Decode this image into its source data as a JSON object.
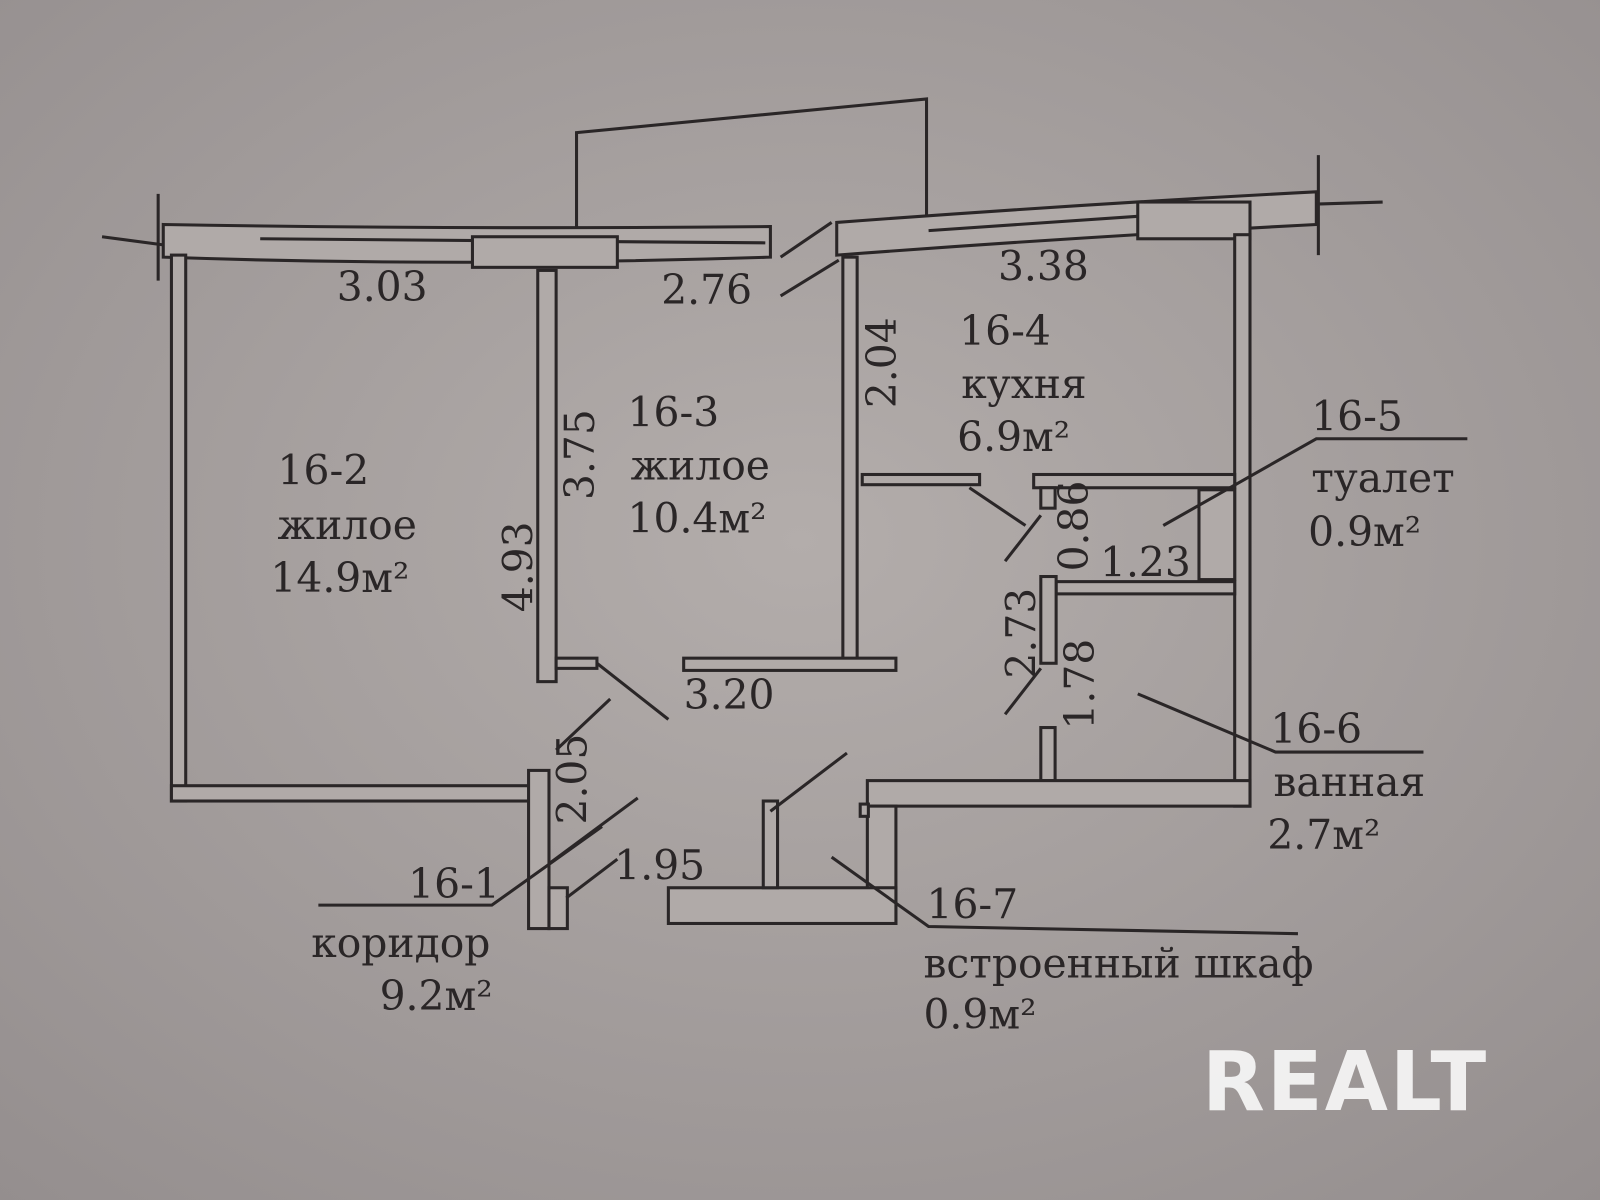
{
  "rooms": [
    {
      "id": "16-1",
      "name": "коридор",
      "area": "9.2м²"
    },
    {
      "id": "16-2",
      "name": "жилое",
      "area": "14.9м²"
    },
    {
      "id": "16-3",
      "name": "жилое",
      "area": "10.4м²"
    },
    {
      "id": "16-4",
      "name": "кухня",
      "area": "6.9м²"
    },
    {
      "id": "16-5",
      "name": "туалет",
      "area": "0.9м²"
    },
    {
      "id": "16-6",
      "name": "ванная",
      "area": "2.7м²"
    },
    {
      "id": "16-7",
      "name": "встроенный шкаф",
      "area": "0.9м²"
    }
  ],
  "dimensions": {
    "room2_width": "3.03",
    "room3_width": "2.76",
    "kitchen_width": "3.38",
    "room2_depth": "4.93",
    "room3_depth": "3.75",
    "kitchen_depth": "2.04",
    "corridor_length": "3.20",
    "toilet_depth": "0.86",
    "toilet_width": "1.23",
    "hall_depth": "2.73",
    "bath_depth": "1.78",
    "corridor_depth": "2.05",
    "corridor_width": "1.95"
  },
  "watermark": "REALT",
  "colors": {
    "paper": "#a39d9c",
    "ink": "#2a2627"
  }
}
